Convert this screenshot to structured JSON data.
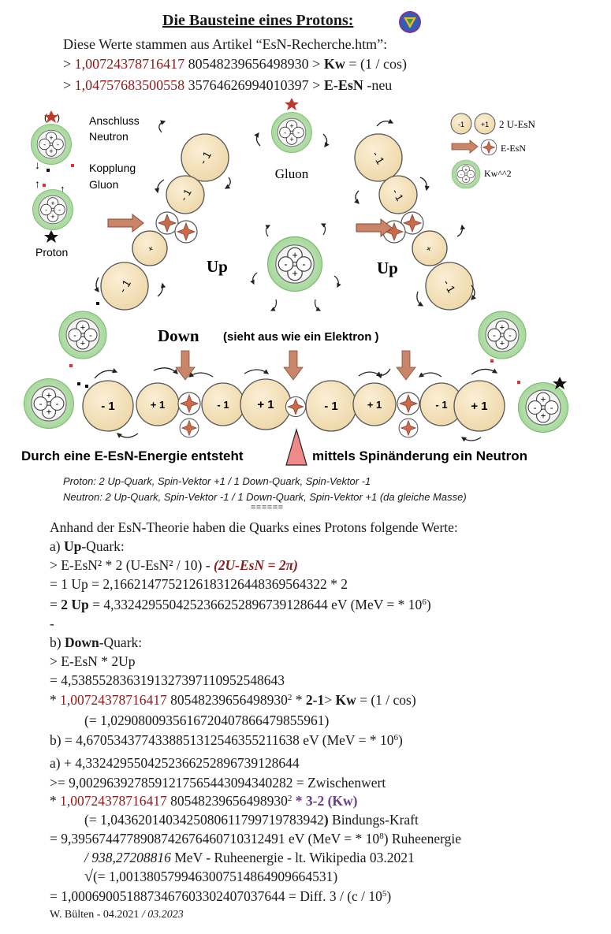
{
  "header": {
    "title": "Die Bausteine eines Protons:",
    "source_line": "Diese Werte stammen aus Artikel “EsN-Recherche.htm”:",
    "kw_line": {
      "prefix": ">",
      "value_red": "1,00724378716417",
      "value_rest": "80548239656498930",
      "sep": ">",
      "symbol": "Kw",
      "formula": "= (1 / cos)"
    },
    "eesn_line": {
      "prefix": ">",
      "value_red": "1,04757683500558",
      "value_rest": "35764626994010397",
      "sep": ">",
      "symbol": "E-EsN",
      "suffix": "-neu"
    }
  },
  "diagram": {
    "left_labels": {
      "anschluss": "Anschluss",
      "neutron": "Neutron",
      "kopplung": "Kopplung",
      "gluon": "Gluon",
      "proton": "Proton",
      "paren_open": "(",
      "paren_close": ")"
    },
    "gluon_label": "Gluon",
    "up_left": "Up",
    "up_right": "Up",
    "down": "Down",
    "electron_note": "(sieht aus wie ein Elektron )",
    "legend": {
      "u_esn": "2 U-EsN",
      "e_esn": "E-EsN",
      "kw2": "Kw^^2",
      "ball_minus": "-1",
      "ball_plus": "+1"
    },
    "bottom_balls": [
      "- 1",
      "+ 1",
      "- 1",
      "+ 1",
      "- 1",
      "+ 1",
      "- 1",
      "+ 1"
    ],
    "chain_ball_label": "- 1",
    "small_ball_label": "+",
    "gluon_signs": [
      "+",
      "+",
      "+",
      "+"
    ],
    "caption_left": "Durch eine E-EsN-Energie  entsteht",
    "caption_right": "mittels Spinänderung ein Neutron",
    "colors": {
      "ball_fill": "#f5deb3",
      "gluon_fill": "#a8dca0",
      "arrow": "#c8856a",
      "star": "#c96a4a",
      "red_dot": "#e03030"
    }
  },
  "notes": {
    "proton": "Proton: 2 Up-Quark, Spin-Vektor +1 / 1 Down-Quark, Spin-Vektor -1",
    "neutron": "Neutron: 2 Up-Quark, Spin-Vektor -1 / 1 Down-Quark, Spin-Vektor +1 (da gleiche Masse)",
    "underline": "======"
  },
  "body": {
    "intro": "Anhand der EsN-Theorie haben die Quarks eines Protons folgende Werte:",
    "a_head_pre": "a)",
    "a_head_bold": "Up",
    "a_head_post": "-Quark:",
    "a1": "> E-EsN² * 2 (U-EsN² / 10) -",
    "a1_formula": "(2U-EsN = 2π)",
    "a2": "= 1 Up = 2,16621477521261831264483695643​22 * 2",
    "a3_pre": "=",
    "a3_bold": "2 Up",
    "a3_rest": "= 4,33242955042523662528967391286​44 eV (MeV = * 10",
    "a3_sup": "6",
    "a3_end": ")",
    "dash": "-",
    "b_head_pre": "b)",
    "b_head_bold": "Down",
    "b_head_post": "-Quark:",
    "b1": "> E-EsN * 2Up",
    "b2": "= 4,53855283631913273971109525486​43",
    "b3_pre": "*",
    "b3_red": "1,00724378716417",
    "b3_rest": "80548239656498930",
    "b3_sup": "2",
    "b3_mid": " * ",
    "b3_bold": "2-1",
    "b3_sep": "> ",
    "b3_kw": "Kw",
    "b3_end": " = (1 / cos)",
    "b4": "(= 1,02908009356167204078664798559​61)",
    "b5_pre": "b) = 4,67053437743388513125463552116​38 eV (MeV = * 10",
    "b5_sup": "6",
    "b5_end": ")",
    "c1": "a) + 4,33242955042523662528967391286​44",
    "c2": ">= 9,00296392785912175654430943402​82 = Zwischenwert",
    "c3_pre": "*",
    "c3_red": "1,00724378716417",
    "c3_rest": "80548239656498930",
    "c3_sup": "2",
    "c3_purple": " * 3-2 (Kw)",
    "c4": "(= 1,04362014034250806117997197839​42",
    "c4_bold": ")",
    "c4_end": " Bindungs-Kraft",
    "c5_pre": "= 9,39567447789087426764607103124​91 eV (MeV = * 10",
    "c5_sup": "8",
    "c5_mid": ")",
    "c5_end": " Ruheenergie",
    "c6_i": "/ 938,27208816",
    "c6_rest": " MeV - Ruheenergie - lt. Wikipedia 03.2021",
    "c7_root": "√",
    "c7": "(= 1,00138057994630075148649096645​31)",
    "c8_pre": "= 1,00069005188734676033024070376​44 = Diff. 3 / (c / 10",
    "c8_sup": "5",
    "c8_end": ")",
    "sign_a": "W. Bülten - 04.2021",
    "sign_b": " / 03.2023"
  }
}
